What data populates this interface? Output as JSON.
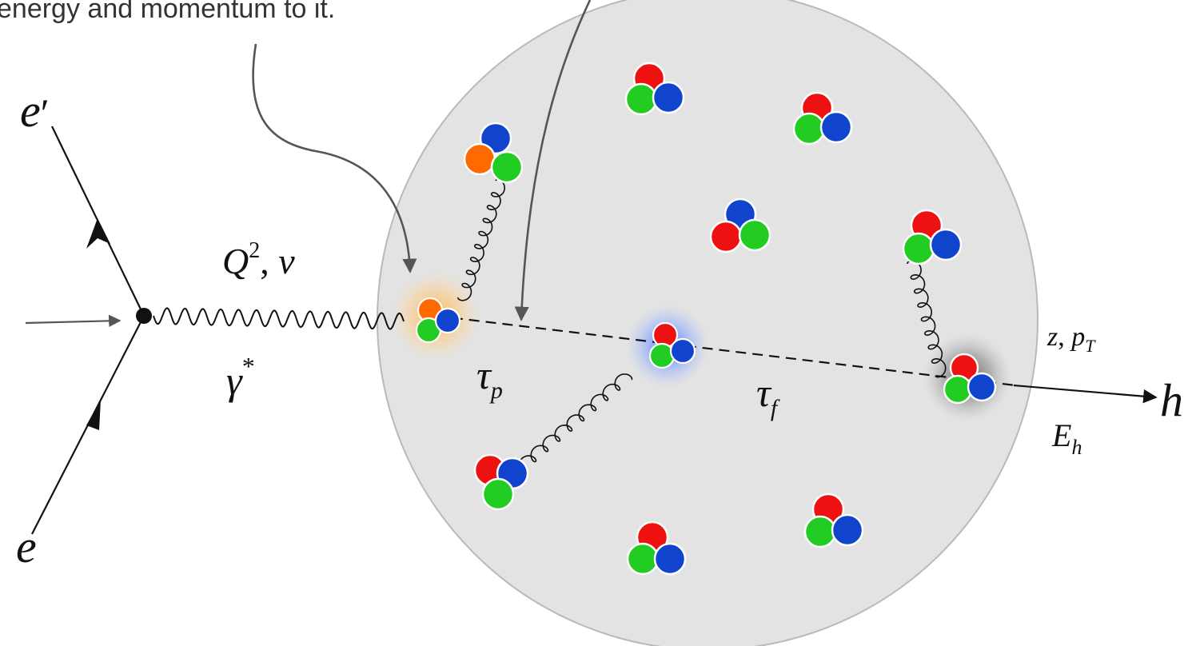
{
  "annotation": {
    "text": "energy and momentum to it."
  },
  "labels": {
    "e_out": "e",
    "e_out_prime": "′",
    "e_in": "e",
    "Q": "Q",
    "Q_sup": "2",
    "nu_sep": ", ",
    "nu": "ν",
    "gamma": "γ",
    "gamma_sup": "*",
    "tau": "τ",
    "tau_p_sub": "p",
    "tau_f_sub": "f",
    "z": "z",
    "pT_sep": ", ",
    "p": "p",
    "pT_sub": "T",
    "E": "E",
    "Eh_sub": "h",
    "h": "h"
  },
  "colors": {
    "nucleus_fill": "#e3e3e3",
    "nucleus_stroke": "#b9b9b9",
    "quark_red": "#ee1111",
    "quark_green": "#22cc22",
    "quark_blue": "#1144cc",
    "quark_orange": "#ff6a00",
    "glow_orange": "#ffb347",
    "glow_blue": "#3a6bff",
    "glow_gray": "#5c5c5c",
    "arrow_gray": "#555555",
    "line_black": "#111111"
  }
}
